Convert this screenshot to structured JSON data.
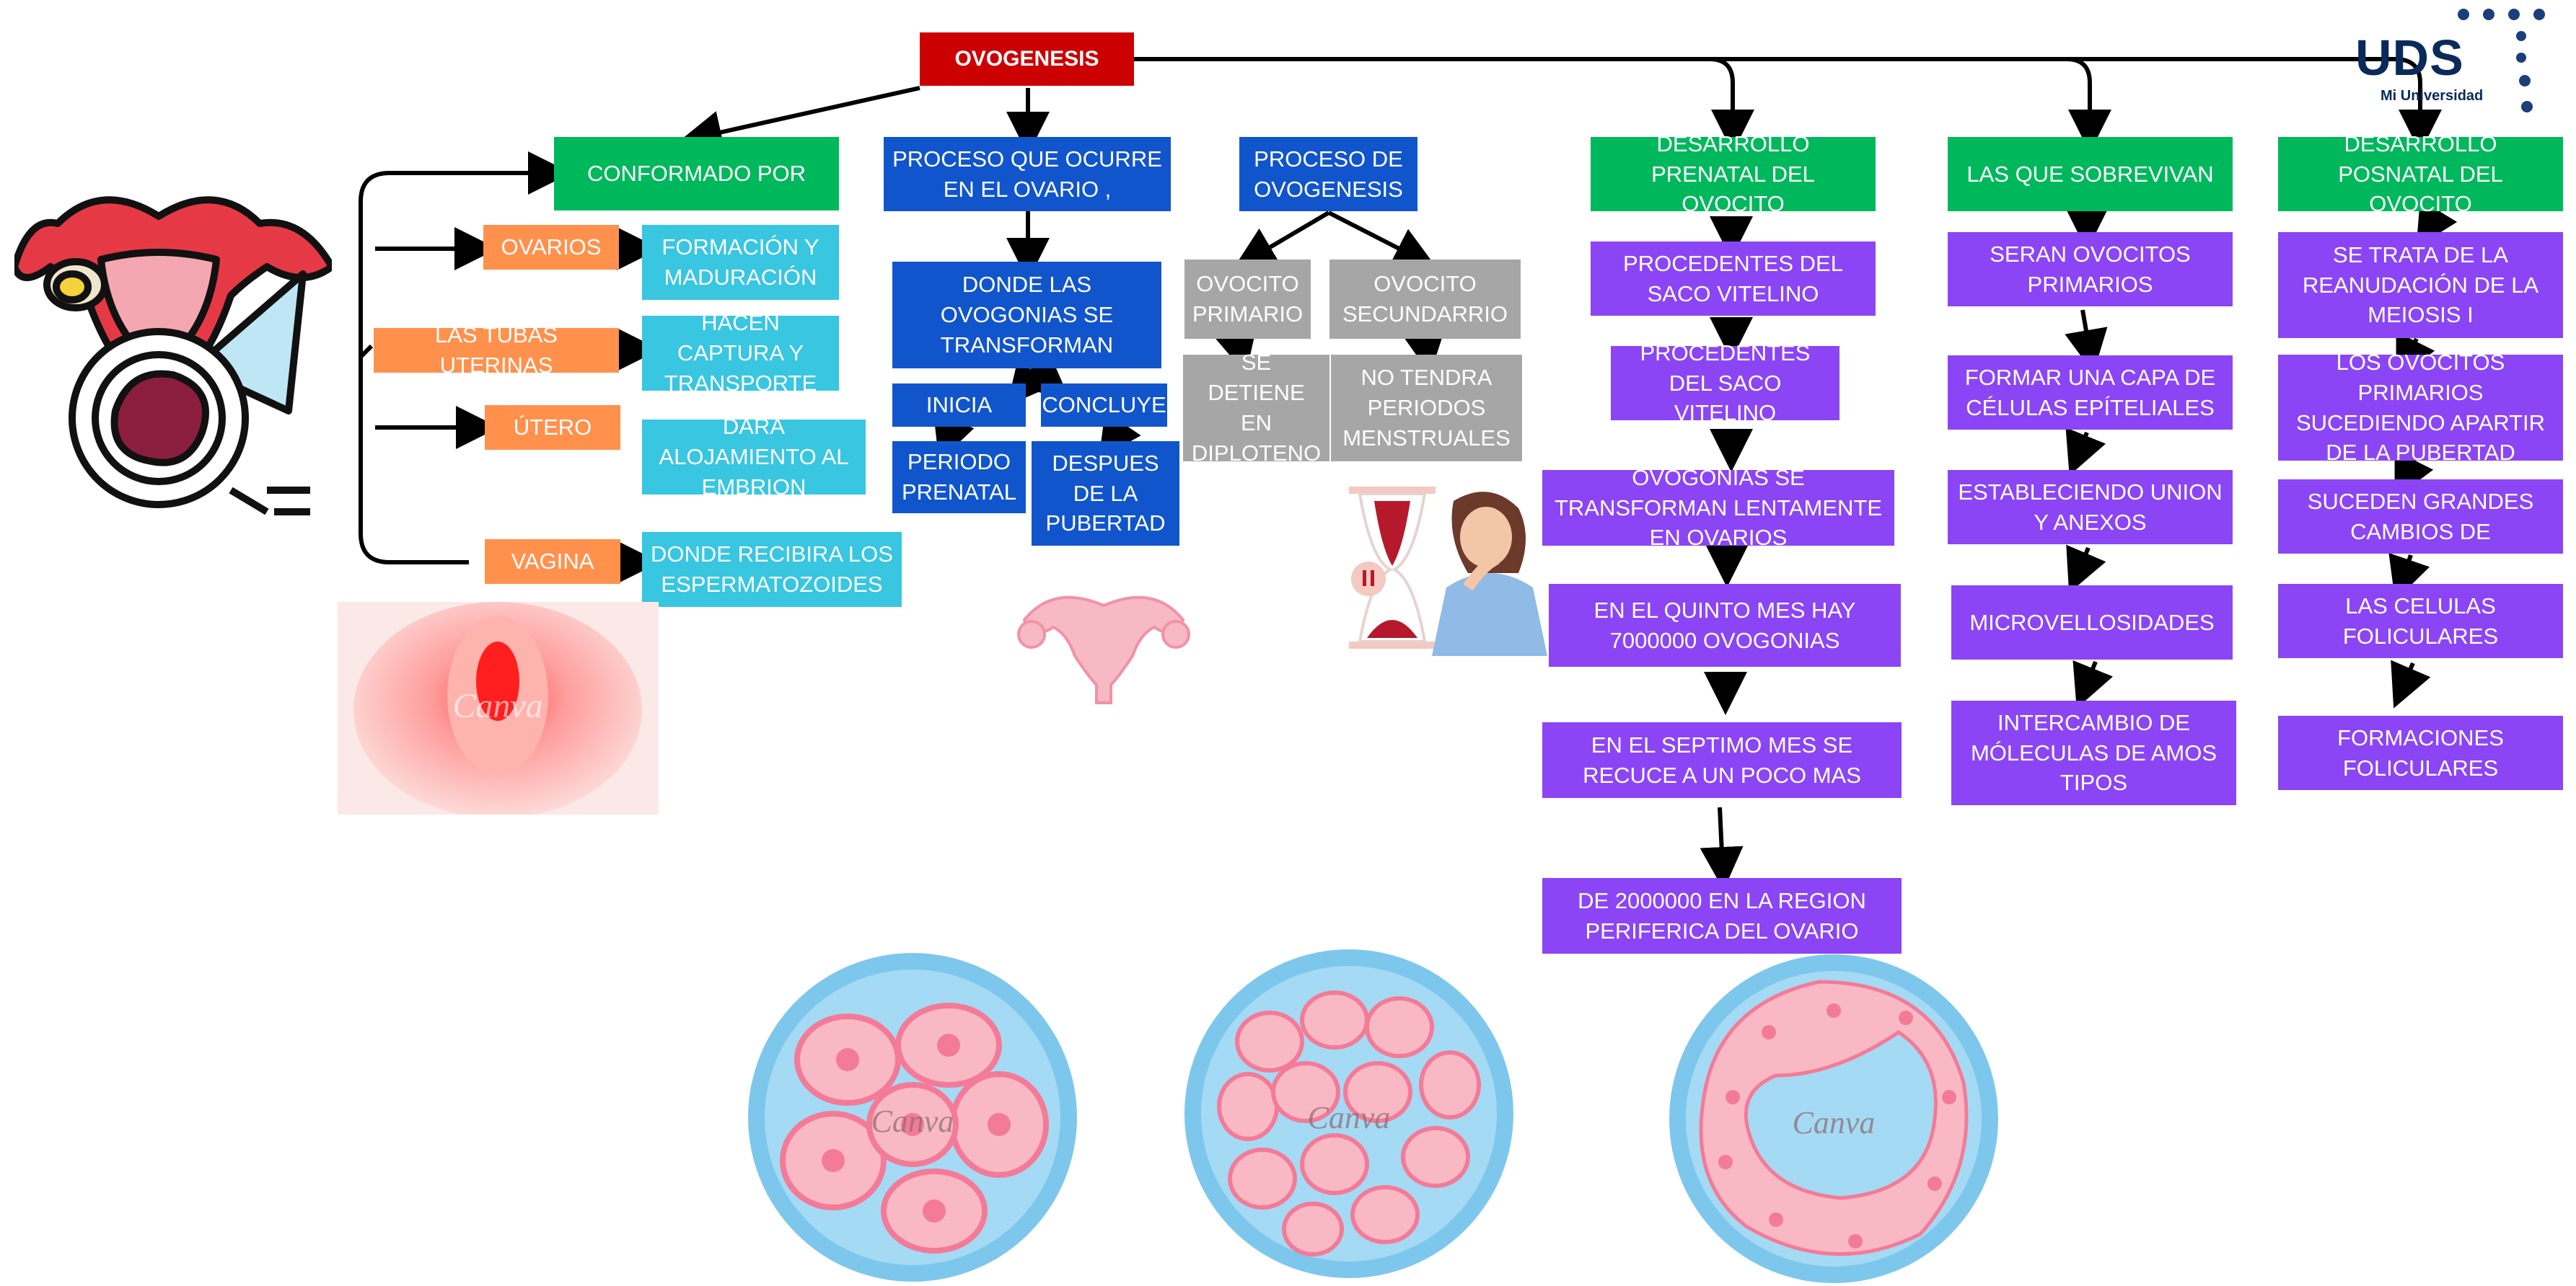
{
  "title": "OVOGENESIS",
  "logo": {
    "brand": "UDS",
    "tagline": "Mi Universidad"
  },
  "watermark": "Canva",
  "anatomy": {
    "header": "CONFORMADO POR",
    "ovarios": "OVARIOS",
    "ovarios_desc": "FORMACIÓN Y MADURACIÓN",
    "tubas": "LAS TUBAS UTERINAS",
    "tubas_desc": "HACEN CAPTURA Y TRANSPORTE",
    "utero": "ÚTERO",
    "utero_desc": "DARA ALOJAMIENTO AL EMBRION",
    "vagina": "VAGINA",
    "vagina_desc": "DONDE RECIBIRA LOS ESPERMATOZOIDES"
  },
  "proceso_ovario": {
    "header": "PROCESO QUE OCURRE EN EL OVARIO ,",
    "donde": "DONDE LAS OVOGONIAS SE TRANSFORMAN",
    "inicia": "INICIA",
    "concluye": "CONCLUYE",
    "periodo": "PERIODO PRENATAL",
    "despues": "DESPUES DE LA PUBERTAD"
  },
  "proceso_ovogenesis": {
    "header": "PROCESO DE OVOGENESIS",
    "primario": "OVOCITO PRIMARIO",
    "secundario": "OVOCITO SECUNDARRIO",
    "detiene": "SE DETIENE EN DIPLOTENO",
    "no_tendra": "NO TENDRA PERIODOS MENSTRUALES"
  },
  "prenatal": {
    "header": "DESARROLLO PRENATAL DEL OVOCITO",
    "items": [
      "PROCEDENTES DEL SACO VITELINO",
      "PROCEDENTES DEL SACO VITELINO",
      "OVOGONIAS SE TRANSFORMAN LENTAMENTE EN OVARIOS",
      "EN EL QUINTO MES HAY 7000000 OVOGONIAS",
      "EN EL SEPTIMO MES SE RECUCE A UN POCO MAS",
      "DE 2000000 EN LA REGION PERIFERICA DEL OVARIO"
    ]
  },
  "sobrevivan": {
    "header": "LAS QUE SOBREVIVAN",
    "items": [
      "SERAN OVOCITOS PRIMARIOS",
      "FORMAR UNA CAPA DE CÉLULAS EPÍTELIALES",
      "ESTABLECIENDO UNION Y ANEXOS",
      "MICROVELLOSIDADES",
      "INTERCAMBIO DE MÓLECULAS DE AMOS TIPOS"
    ]
  },
  "posnatal": {
    "header": "DESARROLLO POSNATAL DEL OVOCITO",
    "items": [
      "SE TRATA DE LA REANUDACIÓN DE LA MEIOSIS I",
      "LOS OVOCITOS PRIMARIOS SUCEDIENDO APARTIR DE LA PUBERTAD",
      "SUCEDEN GRANDES CAMBIOS DE",
      "LAS CELULAS FOLICULARES",
      "FORMACIONES FOLICULARES"
    ]
  },
  "colors": {
    "title": "#cc0000",
    "green": "#00b85c",
    "blue": "#1155cc",
    "gray": "#a6a6a6",
    "purple": "#8b45f5",
    "orange": "#ff914d",
    "cyan": "#38c6e0"
  },
  "icons": [
    "uterus-magnifier-icon",
    "vulva-illustration",
    "small-uterus-icon",
    "hourglass-woman-illustration",
    "follicle-cell-illustration"
  ]
}
